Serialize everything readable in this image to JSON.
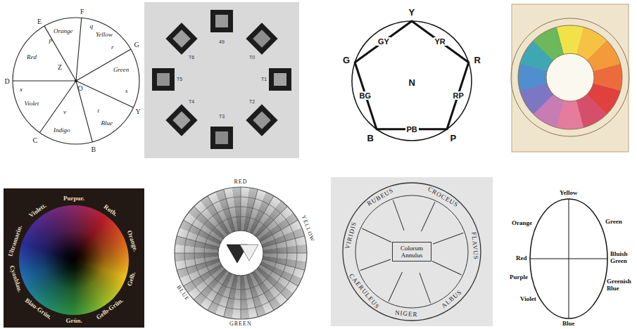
{
  "diagram": {
    "nodes": [
      {
        "text": [
          "Colorum Annulus"
        ]
      }
    ],
    "labels": [
      "Red",
      "Orange",
      "F",
      "Yellow",
      "E",
      "G",
      "Green",
      "Y",
      "Blue",
      "B",
      "Indigo",
      "C",
      "Violet",
      "D",
      "Z",
      "O",
      "p",
      "q",
      "r",
      "s",
      "t",
      "v",
      "x",
      "49",
      "T0",
      "T1",
      "T2",
      "T3",
      "T4",
      "T5",
      "T6",
      "Y",
      "YR",
      "R",
      "RP",
      "P",
      "PB",
      "B",
      "BG",
      "G",
      "GY",
      "N",
      "Violett.",
      "Purpur.",
      "Roth.",
      "Orange.",
      "Gelb.",
      "Gelb-Grün.",
      "Grün.",
      "Blau-Grün.",
      "Cyanblau.",
      "Ultramarin.",
      "RED",
      "YELLOW",
      "GREEN",
      "BLUE",
      "RUBEUS",
      "CROCEUS",
      "FLAVUS",
      "ALBUS",
      "NIGER",
      "CAERULEUS",
      "VIRIDIS",
      "Yellow",
      "Green",
      "Bluish Green",
      "Greenish Blue",
      "Blue",
      "Violet",
      "Purple",
      "Red",
      "Orange"
    ]
  }
}
